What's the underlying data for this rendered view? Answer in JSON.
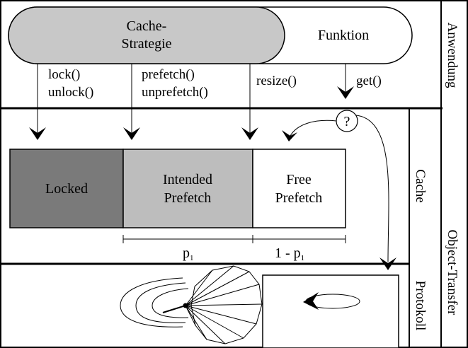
{
  "application": {
    "layer_label": "Anwendung",
    "strategy_line1": "Cache-",
    "strategy_line2": "Strategie",
    "function_label": "Funktion",
    "calls": {
      "lock": "lock()",
      "unlock": "unlock()",
      "prefetch": "prefetch()",
      "unprefetch": "unprefetch()",
      "resize": "resize()",
      "get": "get()"
    }
  },
  "cache": {
    "layer_label": "Cache",
    "decision_symbol": "?",
    "locked_label": "Locked",
    "intended_line1": "Intended",
    "intended_line2": "Prefetch",
    "free_line1": "Free",
    "free_line2": "Prefetch",
    "p1_label": "p",
    "p1_subscript": "1",
    "one_minus_p1_label": "1 - p",
    "one_minus_p1_subscript": "1"
  },
  "transfer": {
    "protocol_label": "Protokoll",
    "object_transfer_label": "Object-Transfer"
  },
  "colors": {
    "locked_fill": "#7a7a7a",
    "intended_fill": "#bdbdbd",
    "free_fill": "#ffffff",
    "strategy_fill": "#c8c8c8",
    "stroke": "#000000"
  }
}
